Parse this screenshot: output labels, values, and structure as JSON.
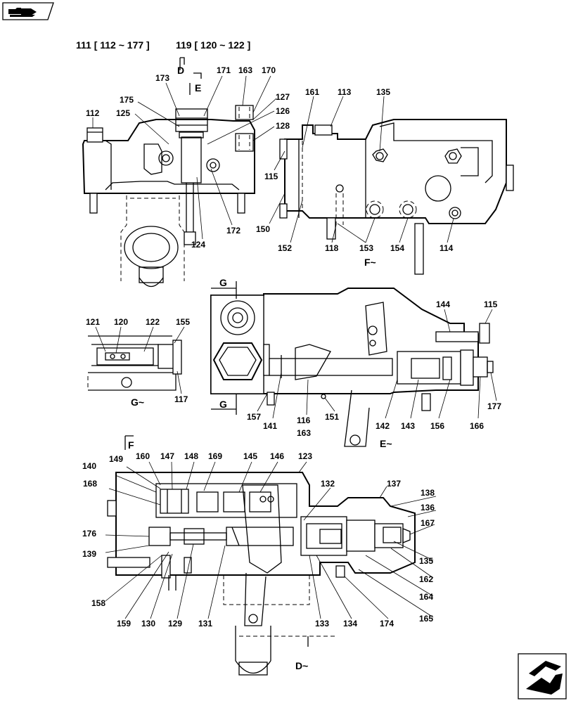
{
  "header": {
    "title_left": "111 [ 112 ~ 177 ]",
    "title_right": "119 [ 120 ~ 122 ]"
  },
  "section_marks": {
    "d_top": "D",
    "e_top": "E",
    "f_top": "F",
    "g_top": "G",
    "g_bottom": "G",
    "view_f": "F~",
    "view_g": "G~",
    "view_e": "E~",
    "view_d": "D~"
  },
  "callouts": {
    "c173": "173",
    "c171": "171",
    "c163a": "163",
    "c170": "170",
    "c175": "175",
    "c127": "127",
    "c126": "126",
    "c112": "112",
    "c125": "125",
    "c128": "128",
    "c172": "172",
    "c124": "124",
    "c161": "161",
    "c113": "113",
    "c135a": "135",
    "c115a": "115",
    "c150": "150",
    "c152": "152",
    "c118": "118",
    "c153": "153",
    "c154": "154",
    "c114": "114",
    "c121": "121",
    "c120": "120",
    "c122": "122",
    "c155": "155",
    "c117": "117",
    "c144": "144",
    "c115b": "115",
    "c157": "157",
    "c141": "141",
    "c116": "116",
    "c163b": "163",
    "c151": "151",
    "c142": "142",
    "c143": "143",
    "c156": "156",
    "c166": "166",
    "c177": "177",
    "c140": "140",
    "c149": "149",
    "c160": "160",
    "c147": "147",
    "c148": "148",
    "c169": "169",
    "c145": "145",
    "c146": "146",
    "c123": "123",
    "c168": "168",
    "c132": "132",
    "c137": "137",
    "c138": "138",
    "c136": "136",
    "c167": "167",
    "c176": "176",
    "c139": "139",
    "c135b": "135",
    "c162": "162",
    "c164": "164",
    "c165": "165",
    "c158": "158",
    "c159": "159",
    "c130": "130",
    "c129": "129",
    "c131": "131",
    "c133": "133",
    "c134": "134",
    "c174": "174"
  },
  "icons": {
    "top_left": "folder-open-icon",
    "bottom_right": "next-page-arrow-icon"
  }
}
